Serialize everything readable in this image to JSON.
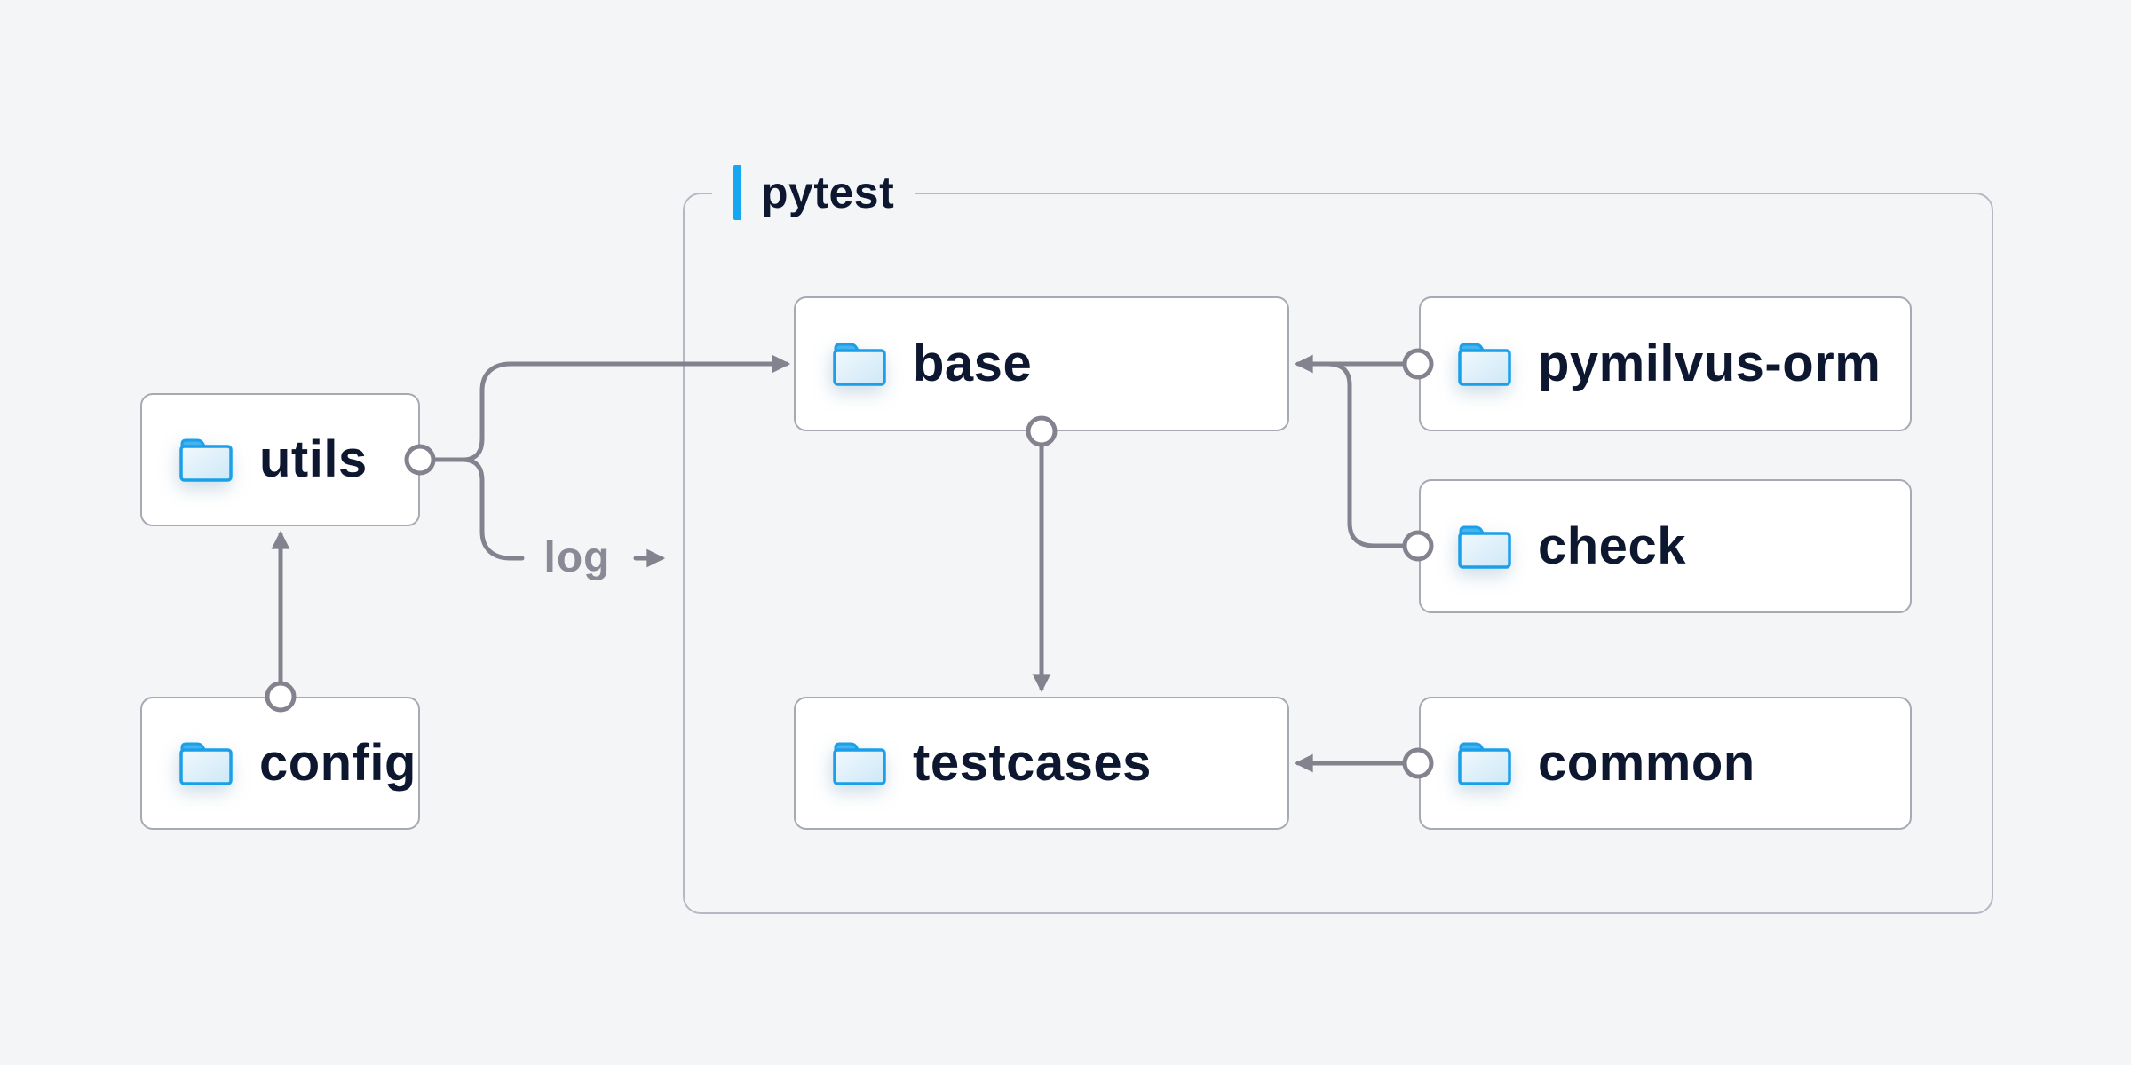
{
  "group": {
    "label": "pytest"
  },
  "nodes": {
    "utils": {
      "label": "utils",
      "icon": "folder-icon"
    },
    "config": {
      "label": "config",
      "icon": "folder-icon"
    },
    "base": {
      "label": "base",
      "icon": "folder-icon"
    },
    "pymilvus_orm": {
      "label": "pymilvus-orm",
      "icon": "folder-icon"
    },
    "check": {
      "label": "check",
      "icon": "folder-icon"
    },
    "testcases": {
      "label": "testcases",
      "icon": "folder-icon"
    },
    "common": {
      "label": "common",
      "icon": "folder-icon"
    }
  },
  "edge_label": {
    "text": "log"
  },
  "edges": [
    {
      "from": "config",
      "to": "utils",
      "style": "arrow"
    },
    {
      "from": "utils",
      "to": "base",
      "style": "arrow"
    },
    {
      "from": "utils",
      "to": "log-label",
      "style": "arrow"
    },
    {
      "from": "base",
      "to": "testcases",
      "style": "arrow"
    },
    {
      "from": "pymilvus-orm",
      "to": "base",
      "style": "arrow"
    },
    {
      "from": "check",
      "to": "base",
      "style": "arrow"
    },
    {
      "from": "common",
      "to": "testcases",
      "style": "arrow"
    }
  ],
  "colors": {
    "canvas-bg": "#f4f5f7",
    "node-bg": "#ffffff",
    "node-border": "#a7a9b3",
    "group-border": "#b9b7c6",
    "edge": "#83828e",
    "text-dark": "#0d1830",
    "text-muted": "#8a8a96",
    "accent-blue": "#16a7f2",
    "folder-stroke": "#1b9fe8",
    "folder-tab": "#45b3ee",
    "folder-fill-light": "#f1f8fd",
    "folder-fill-dark": "#cde8f7"
  }
}
